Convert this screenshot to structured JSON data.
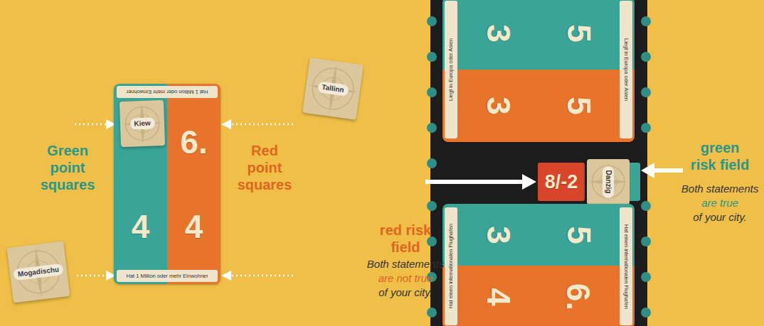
{
  "diagram": {
    "nodes": [
      {
        "text": [
          "Hat 1 Million oder mehr Einwohner",
          "Hat 1 Million oder mehr Einwohner"
        ]
      },
      {
        "text": [
          "Kiew"
        ],
        "in": 0
      },
      {
        "text": [
          "6."
        ],
        "in": 0
      },
      {
        "text": [
          "4"
        ],
        "in": 0
      },
      {
        "text": [
          "4"
        ],
        "in": 0
      },
      {
        "text": [
          "Tallinn"
        ]
      },
      {
        "text": [
          "Mogadischu"
        ]
      },
      {
        "text": [
          "Liegt in Europa oder Asien",
          "Liegt in Europa oder Asien"
        ]
      },
      {
        "text": [
          "3"
        ],
        "in": 7
      },
      {
        "text": [
          "5"
        ],
        "in": 7
      },
      {
        "text": [
          "3"
        ],
        "in": 7
      },
      {
        "text": [
          "5"
        ],
        "in": 7
      },
      {
        "text": [
          "8/-2"
        ]
      },
      {
        "text": [
          "Danzig"
        ]
      },
      {
        "text": [
          "Hat einen internationalen Flughafen",
          "Hat einen internationalen Flughafen"
        ]
      },
      {
        "text": [
          "3"
        ],
        "in": 14
      },
      {
        "text": [
          "5"
        ],
        "in": 14
      },
      {
        "text": [
          "4"
        ],
        "in": 14
      },
      {
        "text": [
          "6."
        ],
        "in": 14
      }
    ],
    "labels": [
      "Green point squares",
      "Red point squares",
      "red risk field",
      "Both statements",
      "are not true",
      "of your city.",
      "green risk field",
      "Both statements",
      "are true",
      "of your city."
    ]
  }
}
